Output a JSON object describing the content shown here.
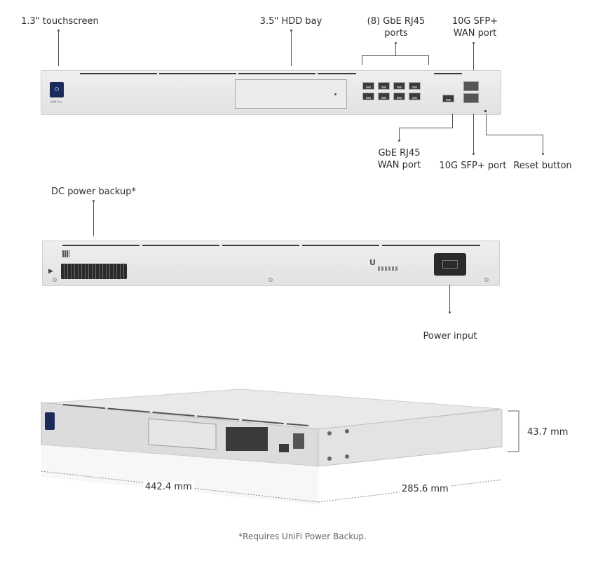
{
  "labels": {
    "touchscreen": "1.3\" touchscreen",
    "hdd_bay": "3.5\" HDD bay",
    "gbe_ports_line1": "(8) GbE RJ45",
    "gbe_ports_line2": "ports",
    "sfp_wan_line1": "10G SFP+",
    "sfp_wan_line2": "WAN port",
    "gbe_wan_line1": "GbE RJ45",
    "gbe_wan_line2": "WAN port",
    "sfp_port": "10G SFP+ port",
    "reset_button": "Reset button",
    "dc_power": "DC power backup*",
    "power_input": "Power input"
  },
  "dimensions": {
    "height": "43.7 mm",
    "width": "442.4 mm",
    "depth": "285.6 mm"
  },
  "device_text": {
    "screen_model": "UDM Pro"
  },
  "footnote": "*Requires UniFi Power Backup.",
  "colors": {
    "chassis": "#e6e6e6",
    "screen": "#1c2a5a",
    "port": "#3b3b3b",
    "text": "#2e2e2e"
  }
}
